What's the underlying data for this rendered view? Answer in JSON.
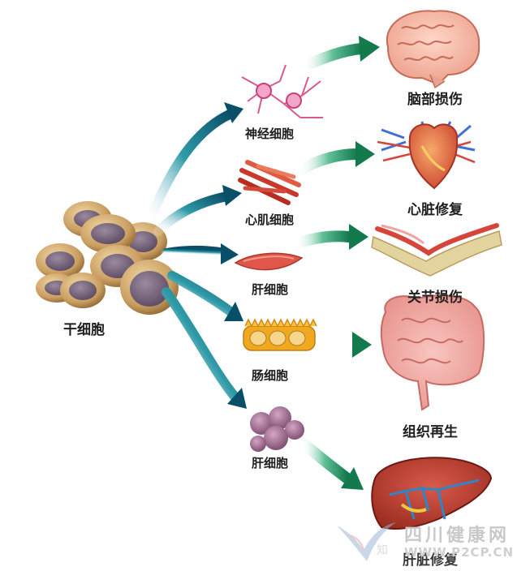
{
  "source": {
    "label": "干细胞"
  },
  "cells": [
    {
      "id": "neuron",
      "label": "神经细胞"
    },
    {
      "id": "cardiac",
      "label": "心肌细胞"
    },
    {
      "id": "liver1",
      "label": "肝细胞"
    },
    {
      "id": "intestinal",
      "label": "肠细胞"
    },
    {
      "id": "liver2",
      "label": "肝细胞"
    }
  ],
  "outcomes": [
    {
      "id": "brain",
      "label": "脑部损伤"
    },
    {
      "id": "heart",
      "label": "心脏修复"
    },
    {
      "id": "joint",
      "label": "关节损伤"
    },
    {
      "id": "intestine",
      "label": "组织再生"
    },
    {
      "id": "liver",
      "label": "肝脏修复"
    }
  ],
  "watermark": {
    "title": "四川健康网",
    "domain": "WWW.P2CP.CN",
    "left_text": "知"
  },
  "colors": {
    "arrow_teal_dark": "#0a5f74",
    "arrow_green": "#1f8a5a",
    "cell_tan": "#c9a26a",
    "muscle_red": "#d9463a"
  }
}
